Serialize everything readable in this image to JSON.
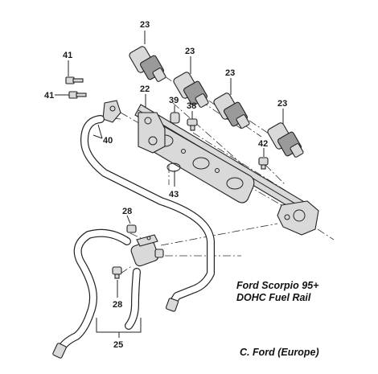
{
  "callouts": {
    "c23a": "23",
    "c23b": "23",
    "c23c": "23",
    "c23d": "23",
    "c41a": "41",
    "c41b": "41",
    "c22": "22",
    "c39": "39",
    "c38": "38",
    "c40": "40",
    "c42": "42",
    "c43": "43",
    "c28a": "28",
    "c28b": "28",
    "c25": "25"
  },
  "caption": {
    "title_line1": "Ford Scorpio 95+",
    "title_line2": "DOHC Fuel Rail",
    "credit": "C. Ford (Europe)"
  }
}
